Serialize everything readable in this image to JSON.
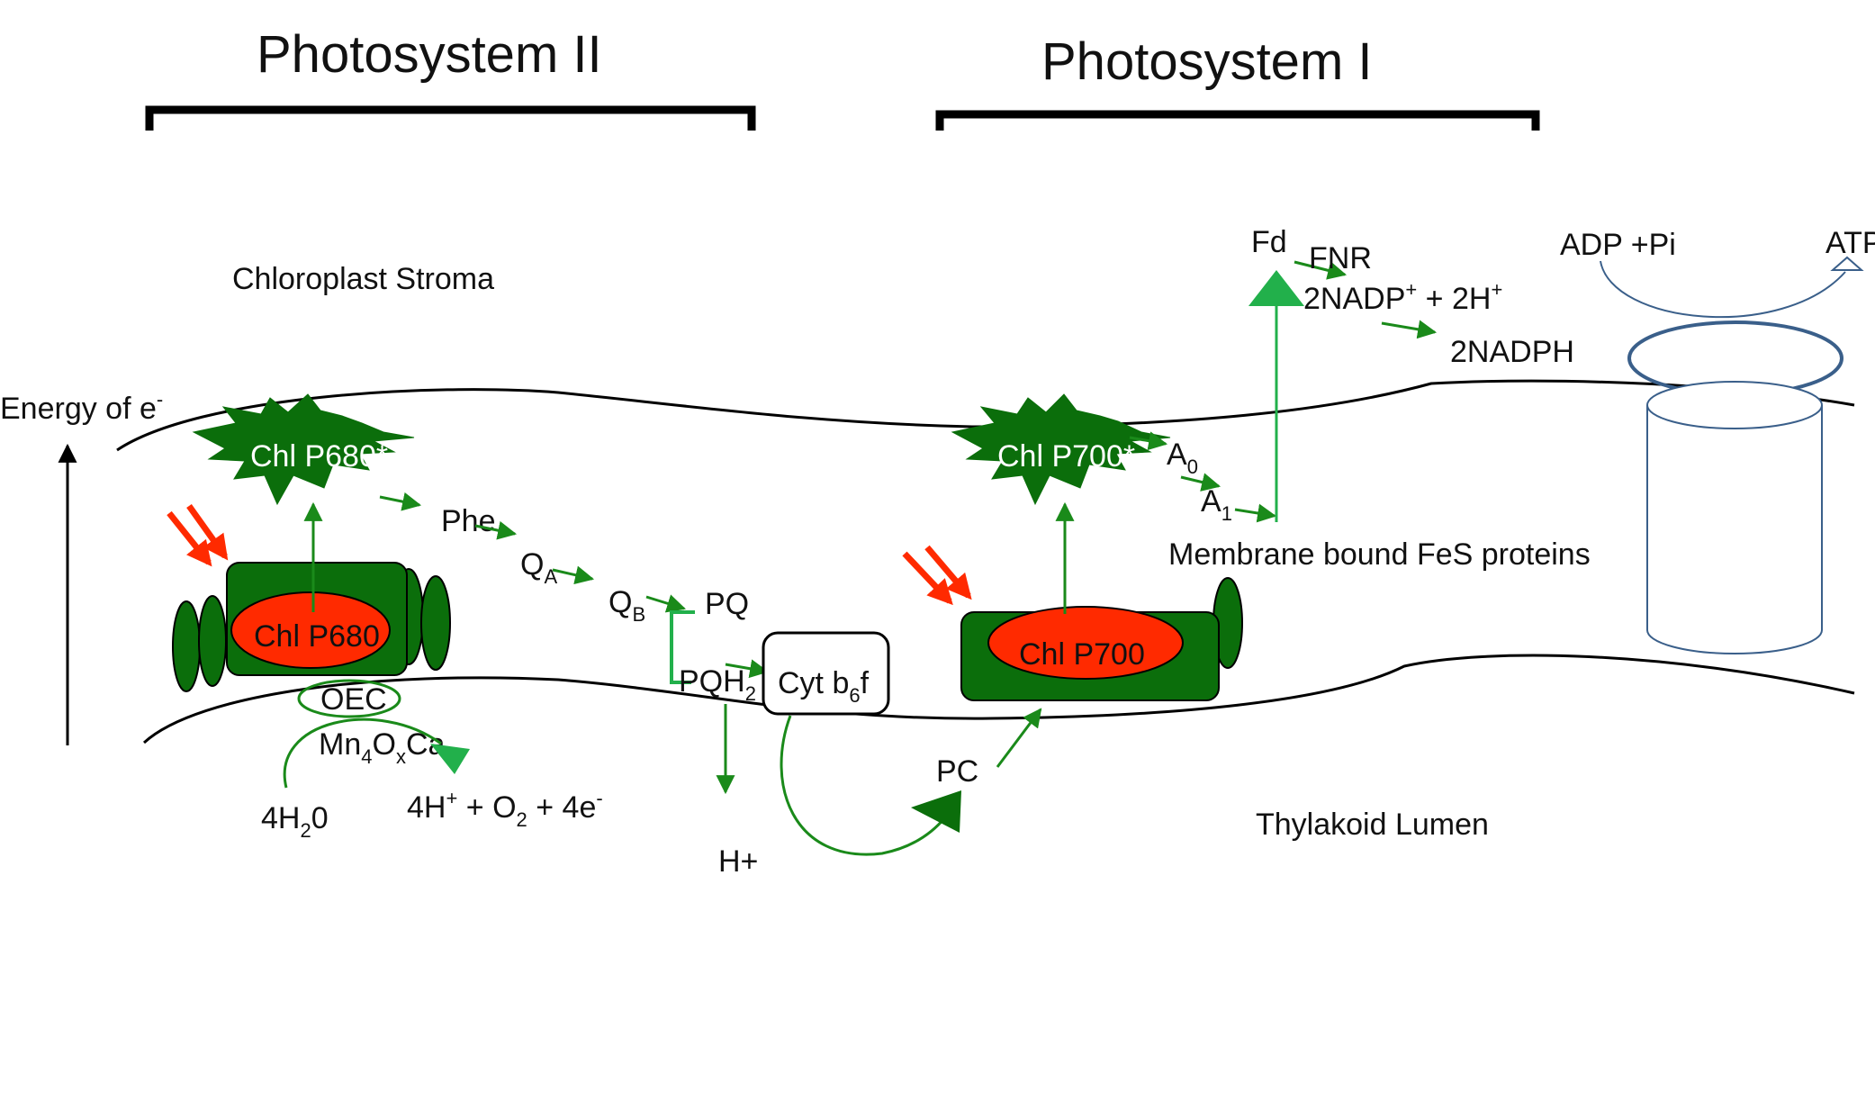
{
  "titles": {
    "ps2": "Photosystem II",
    "ps1": "Photosystem I"
  },
  "regions": {
    "stroma": "Chloroplast Stroma",
    "lumen": "Thylakoid Lumen"
  },
  "axis": {
    "label": "Energy of e",
    "label_sup": "-"
  },
  "ps2": {
    "excited": "Chl P680*",
    "center": "Chl P680",
    "phe": "Phe",
    "qa": "Q",
    "qa_sub": "A",
    "qb": "Q",
    "qb_sub": "B",
    "pq": "PQ",
    "pqh2": "PQH",
    "pqh2_sub": "2",
    "oec": "OEC",
    "cluster": {
      "a": "Mn",
      "a_sub": "4",
      "b": "O",
      "b_sub": "x",
      "c": "Ca"
    },
    "water": {
      "a": "4H",
      "a_sub": "2",
      "b": "0"
    },
    "products": {
      "a": "4H",
      "a_sup": "+",
      "b": " + O",
      "b_sub": "2",
      "c": " + 4e",
      "c_sup": "-"
    }
  },
  "cyt": {
    "a": "Cyt b",
    "a_sub": "6",
    "b": "f",
    "proton": "H+",
    "pc": "PC"
  },
  "ps1": {
    "excited": "Chl P700*",
    "center": "Chl P700",
    "a0": "A",
    "a0_sub": "0",
    "a1": "A",
    "a1_sub": "1",
    "fes": "Membrane bound FeS proteins",
    "fd": "Fd",
    "fnr": "FNR",
    "nadp": {
      "a": "2NADP",
      "a_sup": "+",
      "b": " + 2H",
      "b_sup": "+"
    },
    "nadph": "2NADPH"
  },
  "atp": {
    "adp": "ADP +Pi",
    "atp": "ATP"
  },
  "colors": {
    "green_dark": "#0b6e0b",
    "green_arrow": "#1a8a1a",
    "green_bright": "#22b04b",
    "red": "#ff2a00",
    "blue": "#3a5f8a"
  }
}
